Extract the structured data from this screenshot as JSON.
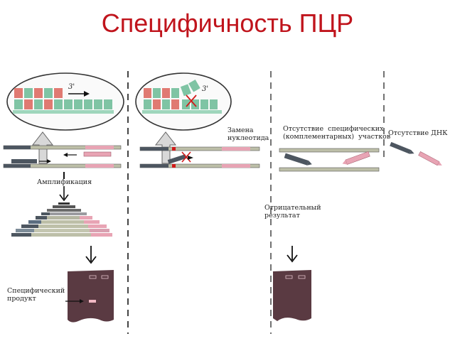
{
  "title": "Специфичность ПЦР",
  "labels": {
    "amplification": "Амплификация",
    "specific_product": "Специфический\nпродукт",
    "nucleotide_substitution": "Замена\nнуклеотида",
    "no_specific_regions": "Отсутствие  специфических\n(комплементарных)  участков",
    "no_dna": "Отсутствие ДНК",
    "negative_result": "Отрицательный\nрезультат",
    "three_prime_1": "3'",
    "three_prime_2": "3'"
  },
  "colors": {
    "title": "#c0141c",
    "template_strand": "#bdbfa8",
    "primer_dark": "#4d5660",
    "primer_pink": "#e8a4b4",
    "gel": "#5a3a42",
    "nucleotide_red": "#e07a72",
    "nucleotide_teal": "#7fc4a4",
    "mismatch_red": "#d11a1a"
  },
  "panels": [
    {
      "name": "specific",
      "outcome": "Специфический продукт"
    },
    {
      "name": "nucleotide-substitution",
      "outcome": ""
    },
    {
      "name": "no-complementary-regions",
      "outcome": "Отрицательный результат"
    },
    {
      "name": "no-dna",
      "outcome": ""
    }
  ]
}
